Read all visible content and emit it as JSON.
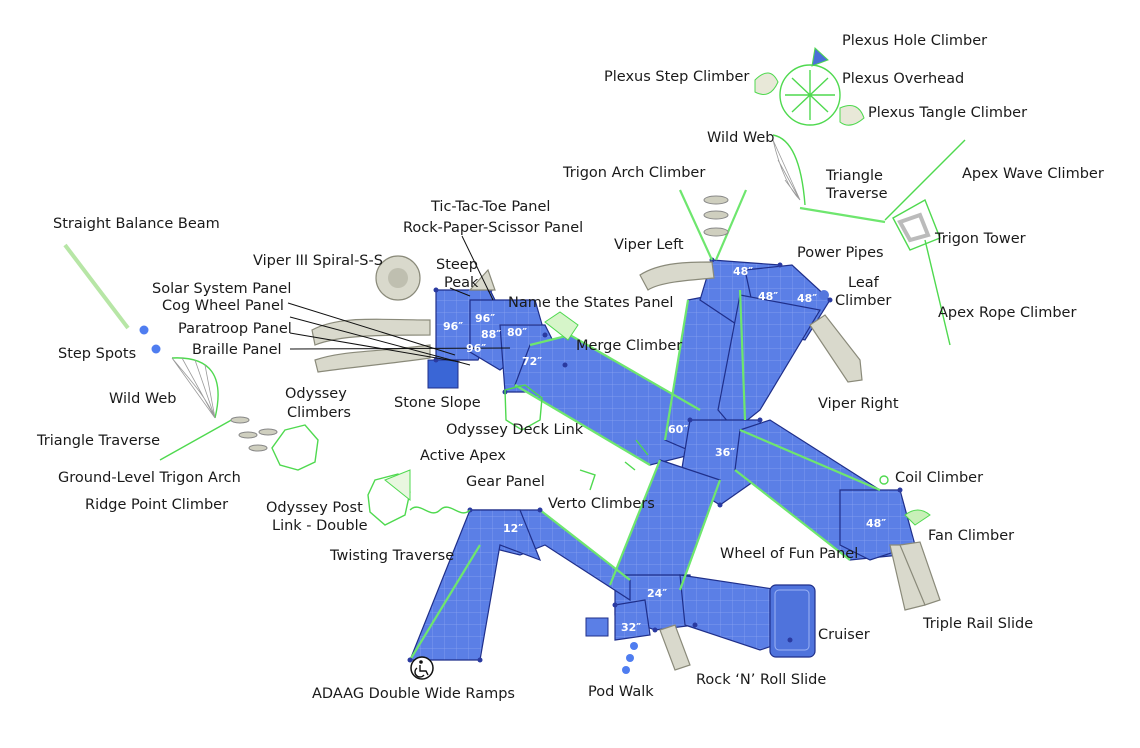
{
  "labels": {
    "plexus_hole": "Plexus Hole Climber",
    "plexus_step": "Plexus Step Climber",
    "plexus_overhead": "Plexus Overhead",
    "plexus_tangle": "Plexus Tangle Climber",
    "wild_web_top": "Wild Web",
    "trigon_arch": "Trigon Arch Climber",
    "triangle_traverse_top_1": "Triangle",
    "triangle_traverse_top_2": "Traverse",
    "apex_wave": "Apex Wave Climber",
    "trigon_tower": "Trigon Tower",
    "power_pipes": "Power Pipes",
    "viper_left": "Viper Left",
    "leaf_climber_1": "Leaf",
    "leaf_climber_2": "Climber",
    "apex_rope": "Apex Rope Climber",
    "straight_balance_beam": "Straight Balance Beam",
    "tic_tac_toe": "Tic-Tac-Toe Panel",
    "rock_paper_scissor": "Rock-Paper-Scissor Panel",
    "viper_spiral": "Viper III Spiral-S-S",
    "steep_peak_1": "Steep",
    "steep_peak_2": "Peak",
    "solar_system": "Solar System Panel",
    "cog_wheel": "Cog Wheel Panel",
    "name_states": "Name the States Panel",
    "paratroop": "Paratroop Panel",
    "braille": "Braille Panel",
    "merge_climber": "Merge Climber",
    "step_spots": "Step Spots",
    "stone_slope": "Stone Slope",
    "viper_right": "Viper Right",
    "wild_web_left": "Wild Web",
    "odyssey_climbers_1": "Odyssey",
    "odyssey_climbers_2": "Climbers",
    "odyssey_deck_link": "Odyssey Deck Link",
    "triangle_traverse_left": "Triangle Traverse",
    "active_apex": "Active Apex",
    "ground_level_trigon_arch": "Ground-Level Trigon Arch",
    "gear_panel": "Gear Panel",
    "coil_climber": "Coil Climber",
    "ridge_point": "Ridge Point Climber",
    "odyssey_post_link_1": "Odyssey Post",
    "odyssey_post_link_2": "Link - Double",
    "verto_climbers": "Verto Climbers",
    "fan_climber": "Fan Climber",
    "twisting_traverse": "Twisting Traverse",
    "wheel_of_fun": "Wheel of Fun Panel",
    "triple_rail_slide": "Triple Rail Slide",
    "cruiser": "Cruiser",
    "adaag_ramps": "ADAAG Double Wide Ramps",
    "rock_n_roll": "Rock ‘N’ Roll Slide",
    "pod_walk": "Pod Walk"
  },
  "deck_heights": {
    "d48_top": "48″",
    "d48_mid": "48″",
    "d48_right": "48″",
    "d96_left": "96″",
    "d96_top": "96″",
    "d88": "88″",
    "d80": "80″",
    "d96_low": "96″",
    "d72": "72″",
    "d60": "60″",
    "d36": "36″",
    "d48_far_right": "48″",
    "d12": "12″",
    "d24": "24″",
    "d32": "32″"
  },
  "icons": {
    "accessibility": "accessibility-icon"
  },
  "colors": {
    "deck_blue": "#5b7fe6",
    "accent_green": "#6ee66e",
    "post_navy": "#2a3aa0"
  }
}
